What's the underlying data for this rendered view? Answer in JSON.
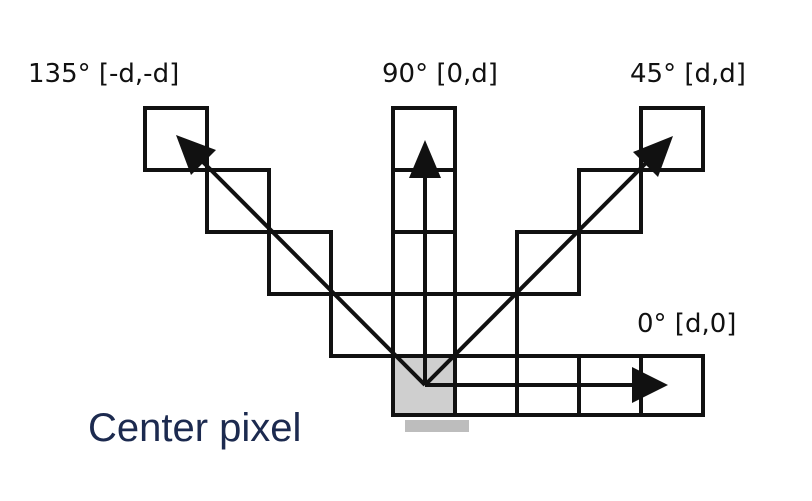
{
  "labels": {
    "deg135": "135° [-d,-d]",
    "deg90": "90° [0,d]",
    "deg45": "45° [d,d]",
    "deg0": "0° [d,0]",
    "center": "Center pixel"
  },
  "colors": {
    "line": "#111111",
    "center_fill": "#cfcfcf",
    "center_text": "#1c2a4f"
  }
}
